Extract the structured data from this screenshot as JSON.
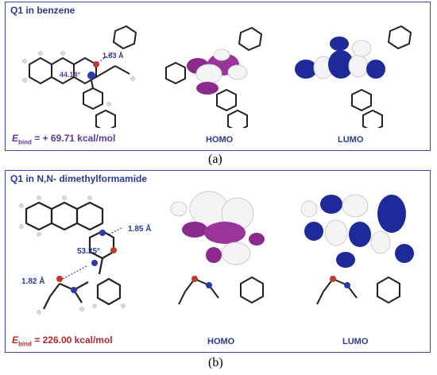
{
  "panel_a": {
    "title": "Q1 in benzene",
    "ebind_symbol": "E",
    "ebind_sub": "bind",
    "ebind_value": " = + 69.71 kcal/mol",
    "distance_1": "1.83 Å",
    "angle": "44.14°",
    "homo_label": "HOMO",
    "lumo_label": "LUMO",
    "caption": "(a)"
  },
  "panel_b": {
    "title": "Q1 in N,N- dimethylformamide",
    "ebind_symbol": "E",
    "ebind_sub": "bind",
    "ebind_value": " = 226.00 kcal/mol",
    "distance_1": "1.85 Å",
    "distance_2": "1.82 Å",
    "angle": "53.25°",
    "homo_label": "HOMO",
    "lumo_label": "LUMO",
    "caption": "(b)"
  },
  "colors": {
    "frame": "#3a4aa8",
    "title": "#2b3a8f",
    "ebind_a": "#5a3a9a",
    "ebind_b": "#b02a2a",
    "homo_lobe": "#8a2a8a",
    "lumo_lobe": "#1f2a9a"
  }
}
